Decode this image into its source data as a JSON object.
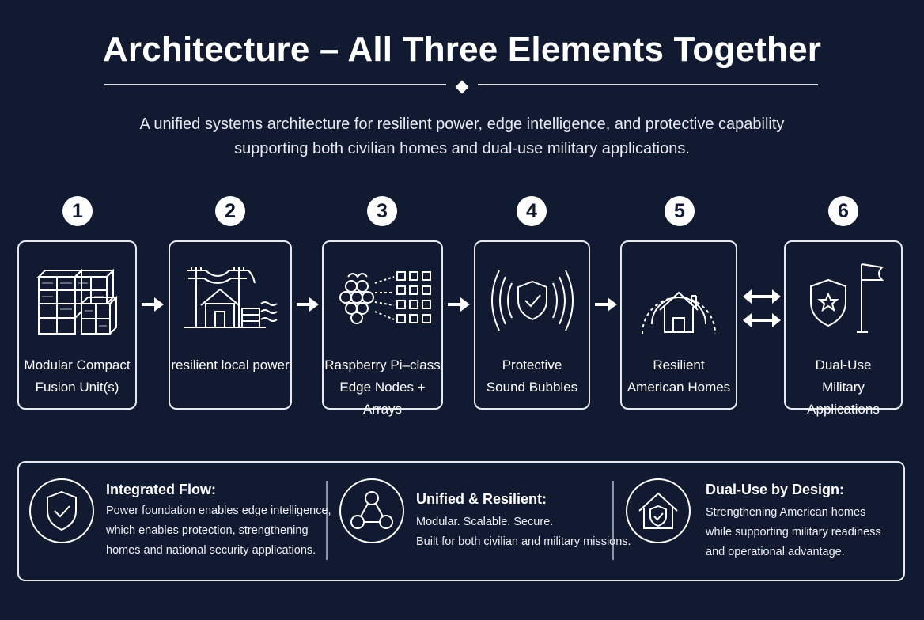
{
  "header": {
    "title": "Architecture – All Three Elements Together",
    "subtitle_line1": "A unified systems architecture for resilient power, edge intelligence, and protective capability",
    "subtitle_line2": "supporting both civilian homes and dual-use military applications."
  },
  "steps": [
    {
      "number": "1",
      "label_line1": "Modular Compact",
      "label_line2": "Fusion Unit(s)",
      "icon": "modular-cubes-icon"
    },
    {
      "number": "2",
      "label_line1": "resilient local power",
      "label_line2": "",
      "icon": "power-grid-house-icon"
    },
    {
      "number": "3",
      "label_line1": "Raspberry Pi–class",
      "label_line2": "Edge Nodes + Arrays",
      "icon": "raspberry-array-icon"
    },
    {
      "number": "4",
      "label_line1": "Protective",
      "label_line2": "Sound Bubbles",
      "icon": "shield-soundwave-icon"
    },
    {
      "number": "5",
      "label_line1": "Resilient",
      "label_line2": "American Homes",
      "icon": "home-dome-icon"
    },
    {
      "number": "6",
      "label_line1": "Dual-Use",
      "label_line2": "Military Applications",
      "icon": "shield-star-flag-icon"
    }
  ],
  "features": [
    {
      "title": "Integrated Flow:",
      "line1": "Power foundation enables edge intelligence,",
      "line2": "which enables protection, strengthening",
      "line3": "homes and national security applications.",
      "icon": "shield-check-icon"
    },
    {
      "title": "Unified & Resilient:",
      "line1": "Modular. Scalable. Secure.",
      "line2": "Built for both civilian and military missions.",
      "line3": "",
      "icon": "network-nodes-icon"
    },
    {
      "title": "Dual-Use by Design:",
      "line1": "Strengthening American homes",
      "line2": "while supporting military readiness",
      "line3": "and operational advantage.",
      "icon": "home-shield-icon"
    }
  ],
  "colors": {
    "background": "#111a31",
    "foreground": "#ffffff",
    "border": "#e6e9ef"
  }
}
